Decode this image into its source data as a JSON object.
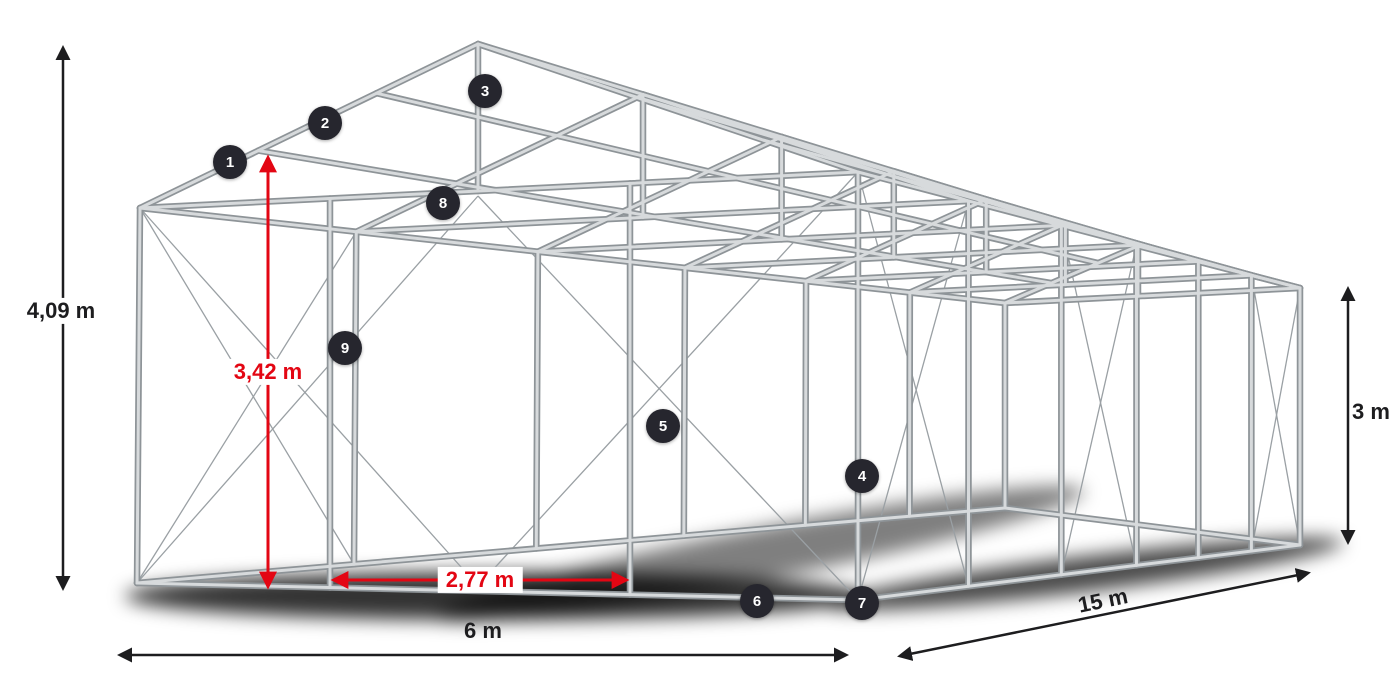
{
  "diagram": {
    "name": "tent-frame-construction-diagram",
    "callouts": [
      "1",
      "2",
      "3",
      "4",
      "5",
      "6",
      "7",
      "8",
      "9"
    ],
    "dimensions": {
      "total_height": "4,09 m",
      "inner_height": "3,42 m",
      "side_height": "3 m",
      "width": "6 m",
      "length": "15 m",
      "spacing": "2,77 m"
    },
    "colors": {
      "accent_red": "#e30613",
      "callout_background": "#26262e",
      "dimension_text": "#1d1d1f",
      "frame_light": "#d7dadc",
      "frame_dark": "#8e9498"
    }
  }
}
